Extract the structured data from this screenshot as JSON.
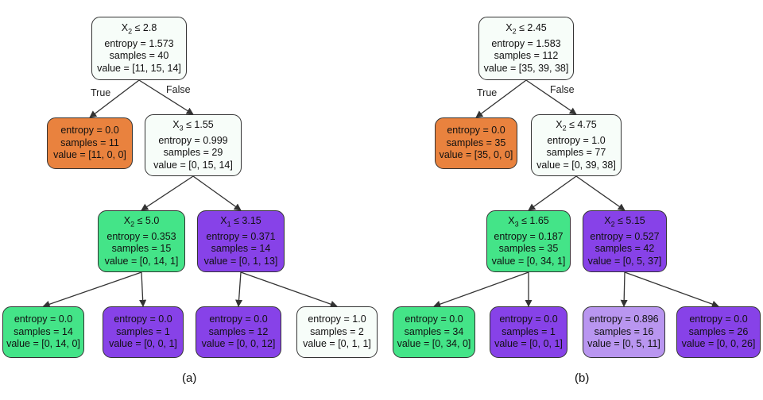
{
  "colors": {
    "white": "#f7fdf9",
    "orange": "#e9823e",
    "green": "#44e488",
    "purple": "#8742e8",
    "lavender": "#b996f0",
    "edge": "#333333"
  },
  "trees": [
    {
      "caption": "(a)",
      "true_label": "True",
      "false_label": "False",
      "nodes": [
        {
          "id": "a0",
          "var": "X",
          "sub": "2",
          "thr": "≤ 2.8",
          "entropy": "entropy = 1.573",
          "samples": "samples = 40",
          "value": "value = [11, 15, 14]",
          "color": "white"
        },
        {
          "id": "a1",
          "entropy": "entropy = 0.0",
          "samples": "samples = 11",
          "value": "value = [11, 0, 0]",
          "color": "orange"
        },
        {
          "id": "a2",
          "var": "X",
          "sub": "3",
          "thr": "≤ 1.55",
          "entropy": "entropy = 0.999",
          "samples": "samples = 29",
          "value": "value = [0, 15, 14]",
          "color": "white"
        },
        {
          "id": "a3",
          "var": "X",
          "sub": "2",
          "thr": "≤ 5.0",
          "entropy": "entropy = 0.353",
          "samples": "samples = 15",
          "value": "value = [0, 14, 1]",
          "color": "green"
        },
        {
          "id": "a4",
          "var": "X",
          "sub": "1",
          "thr": "≤ 3.15",
          "entropy": "entropy = 0.371",
          "samples": "samples = 14",
          "value": "value = [0, 1, 13]",
          "color": "purple"
        },
        {
          "id": "a5",
          "entropy": "entropy = 0.0",
          "samples": "samples = 14",
          "value": "value = [0, 14, 0]",
          "color": "green"
        },
        {
          "id": "a6",
          "entropy": "entropy = 0.0",
          "samples": "samples = 1",
          "value": "value = [0, 0, 1]",
          "color": "purple"
        },
        {
          "id": "a7",
          "entropy": "entropy = 0.0",
          "samples": "samples = 12",
          "value": "value = [0, 0, 12]",
          "color": "purple"
        },
        {
          "id": "a8",
          "entropy": "entropy = 1.0",
          "samples": "samples = 2",
          "value": "value = [0, 1, 1]",
          "color": "white"
        }
      ],
      "edges": [
        [
          "a0",
          "a1"
        ],
        [
          "a0",
          "a2"
        ],
        [
          "a2",
          "a3"
        ],
        [
          "a2",
          "a4"
        ],
        [
          "a3",
          "a5"
        ],
        [
          "a3",
          "a6"
        ],
        [
          "a4",
          "a7"
        ],
        [
          "a4",
          "a8"
        ]
      ]
    },
    {
      "caption": "(b)",
      "true_label": "True",
      "false_label": "False",
      "nodes": [
        {
          "id": "b0",
          "var": "X",
          "sub": "2",
          "thr": "≤ 2.45",
          "entropy": "entropy = 1.583",
          "samples": "samples = 112",
          "value": "value = [35, 39, 38]",
          "color": "white"
        },
        {
          "id": "b1",
          "entropy": "entropy = 0.0",
          "samples": "samples = 35",
          "value": "value = [35, 0, 0]",
          "color": "orange"
        },
        {
          "id": "b2",
          "var": "X",
          "sub": "2",
          "thr": "≤ 4.75",
          "entropy": "entropy = 1.0",
          "samples": "samples = 77",
          "value": "value = [0, 39, 38]",
          "color": "white"
        },
        {
          "id": "b3",
          "var": "X",
          "sub": "3",
          "thr": "≤ 1.65",
          "entropy": "entropy = 0.187",
          "samples": "samples = 35",
          "value": "value = [0, 34, 1]",
          "color": "green"
        },
        {
          "id": "b4",
          "var": "X",
          "sub": "2",
          "thr": "≤ 5.15",
          "entropy": "entropy = 0.527",
          "samples": "samples = 42",
          "value": "value = [0, 5, 37]",
          "color": "purple"
        },
        {
          "id": "b5",
          "entropy": "entropy = 0.0",
          "samples": "samples = 34",
          "value": "value = [0, 34, 0]",
          "color": "green"
        },
        {
          "id": "b6",
          "entropy": "entropy = 0.0",
          "samples": "samples = 1",
          "value": "value = [0, 0, 1]",
          "color": "purple"
        },
        {
          "id": "b7",
          "entropy": "entropy = 0.896",
          "samples": "samples = 16",
          "value": "value = [0, 5, 11]",
          "color": "lavender"
        },
        {
          "id": "b8",
          "entropy": "entropy = 0.0",
          "samples": "samples = 26",
          "value": "value = [0, 0, 26]",
          "color": "purple"
        }
      ],
      "edges": [
        [
          "b0",
          "b1"
        ],
        [
          "b0",
          "b2"
        ],
        [
          "b2",
          "b3"
        ],
        [
          "b2",
          "b4"
        ],
        [
          "b3",
          "b5"
        ],
        [
          "b3",
          "b6"
        ],
        [
          "b4",
          "b7"
        ],
        [
          "b4",
          "b8"
        ]
      ]
    }
  ]
}
